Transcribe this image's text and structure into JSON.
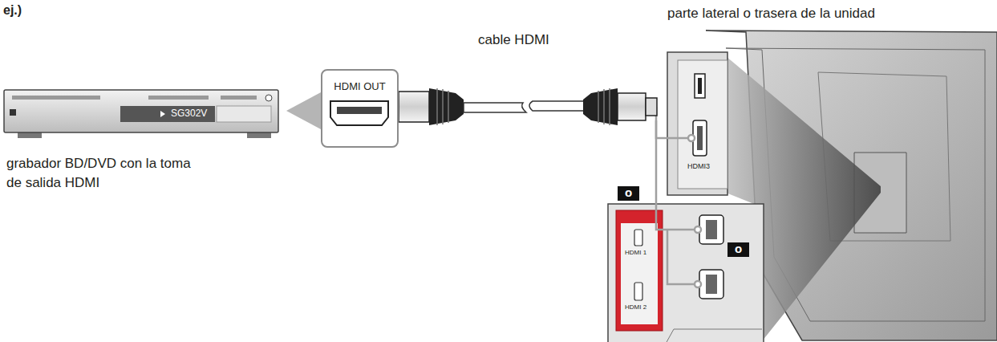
{
  "diagram": {
    "nodes": [
      {
        "text": [
          "HDMI OUT"
        ]
      }
    ],
    "labels": [
      "ej.)",
      "parte lateral o trasera de la unidad",
      "cable HDMI",
      "grabador BD/DVD con la toma de salida HDMI",
      "SG302V",
      "o",
      "o",
      "HDMI3",
      "HDMI 1",
      "HDMI 2"
    ]
  }
}
